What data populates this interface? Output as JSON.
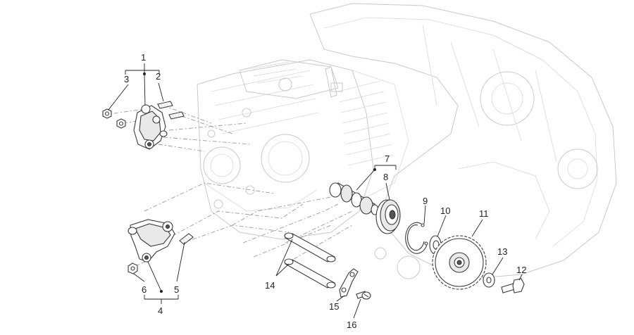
{
  "callouts": {
    "c1": "1",
    "c2": "2",
    "c3": "3",
    "c4": "4",
    "c5": "5",
    "c6": "6",
    "c7": "7",
    "c8": "8",
    "c9": "9",
    "c10": "10",
    "c11": "11",
    "c12": "12",
    "c13": "13",
    "c14": "14",
    "c15": "15",
    "c16": "16"
  },
  "colors": {
    "line": "#3a3a3a",
    "ghost": "#c9c9c9",
    "background": "#ffffff"
  }
}
